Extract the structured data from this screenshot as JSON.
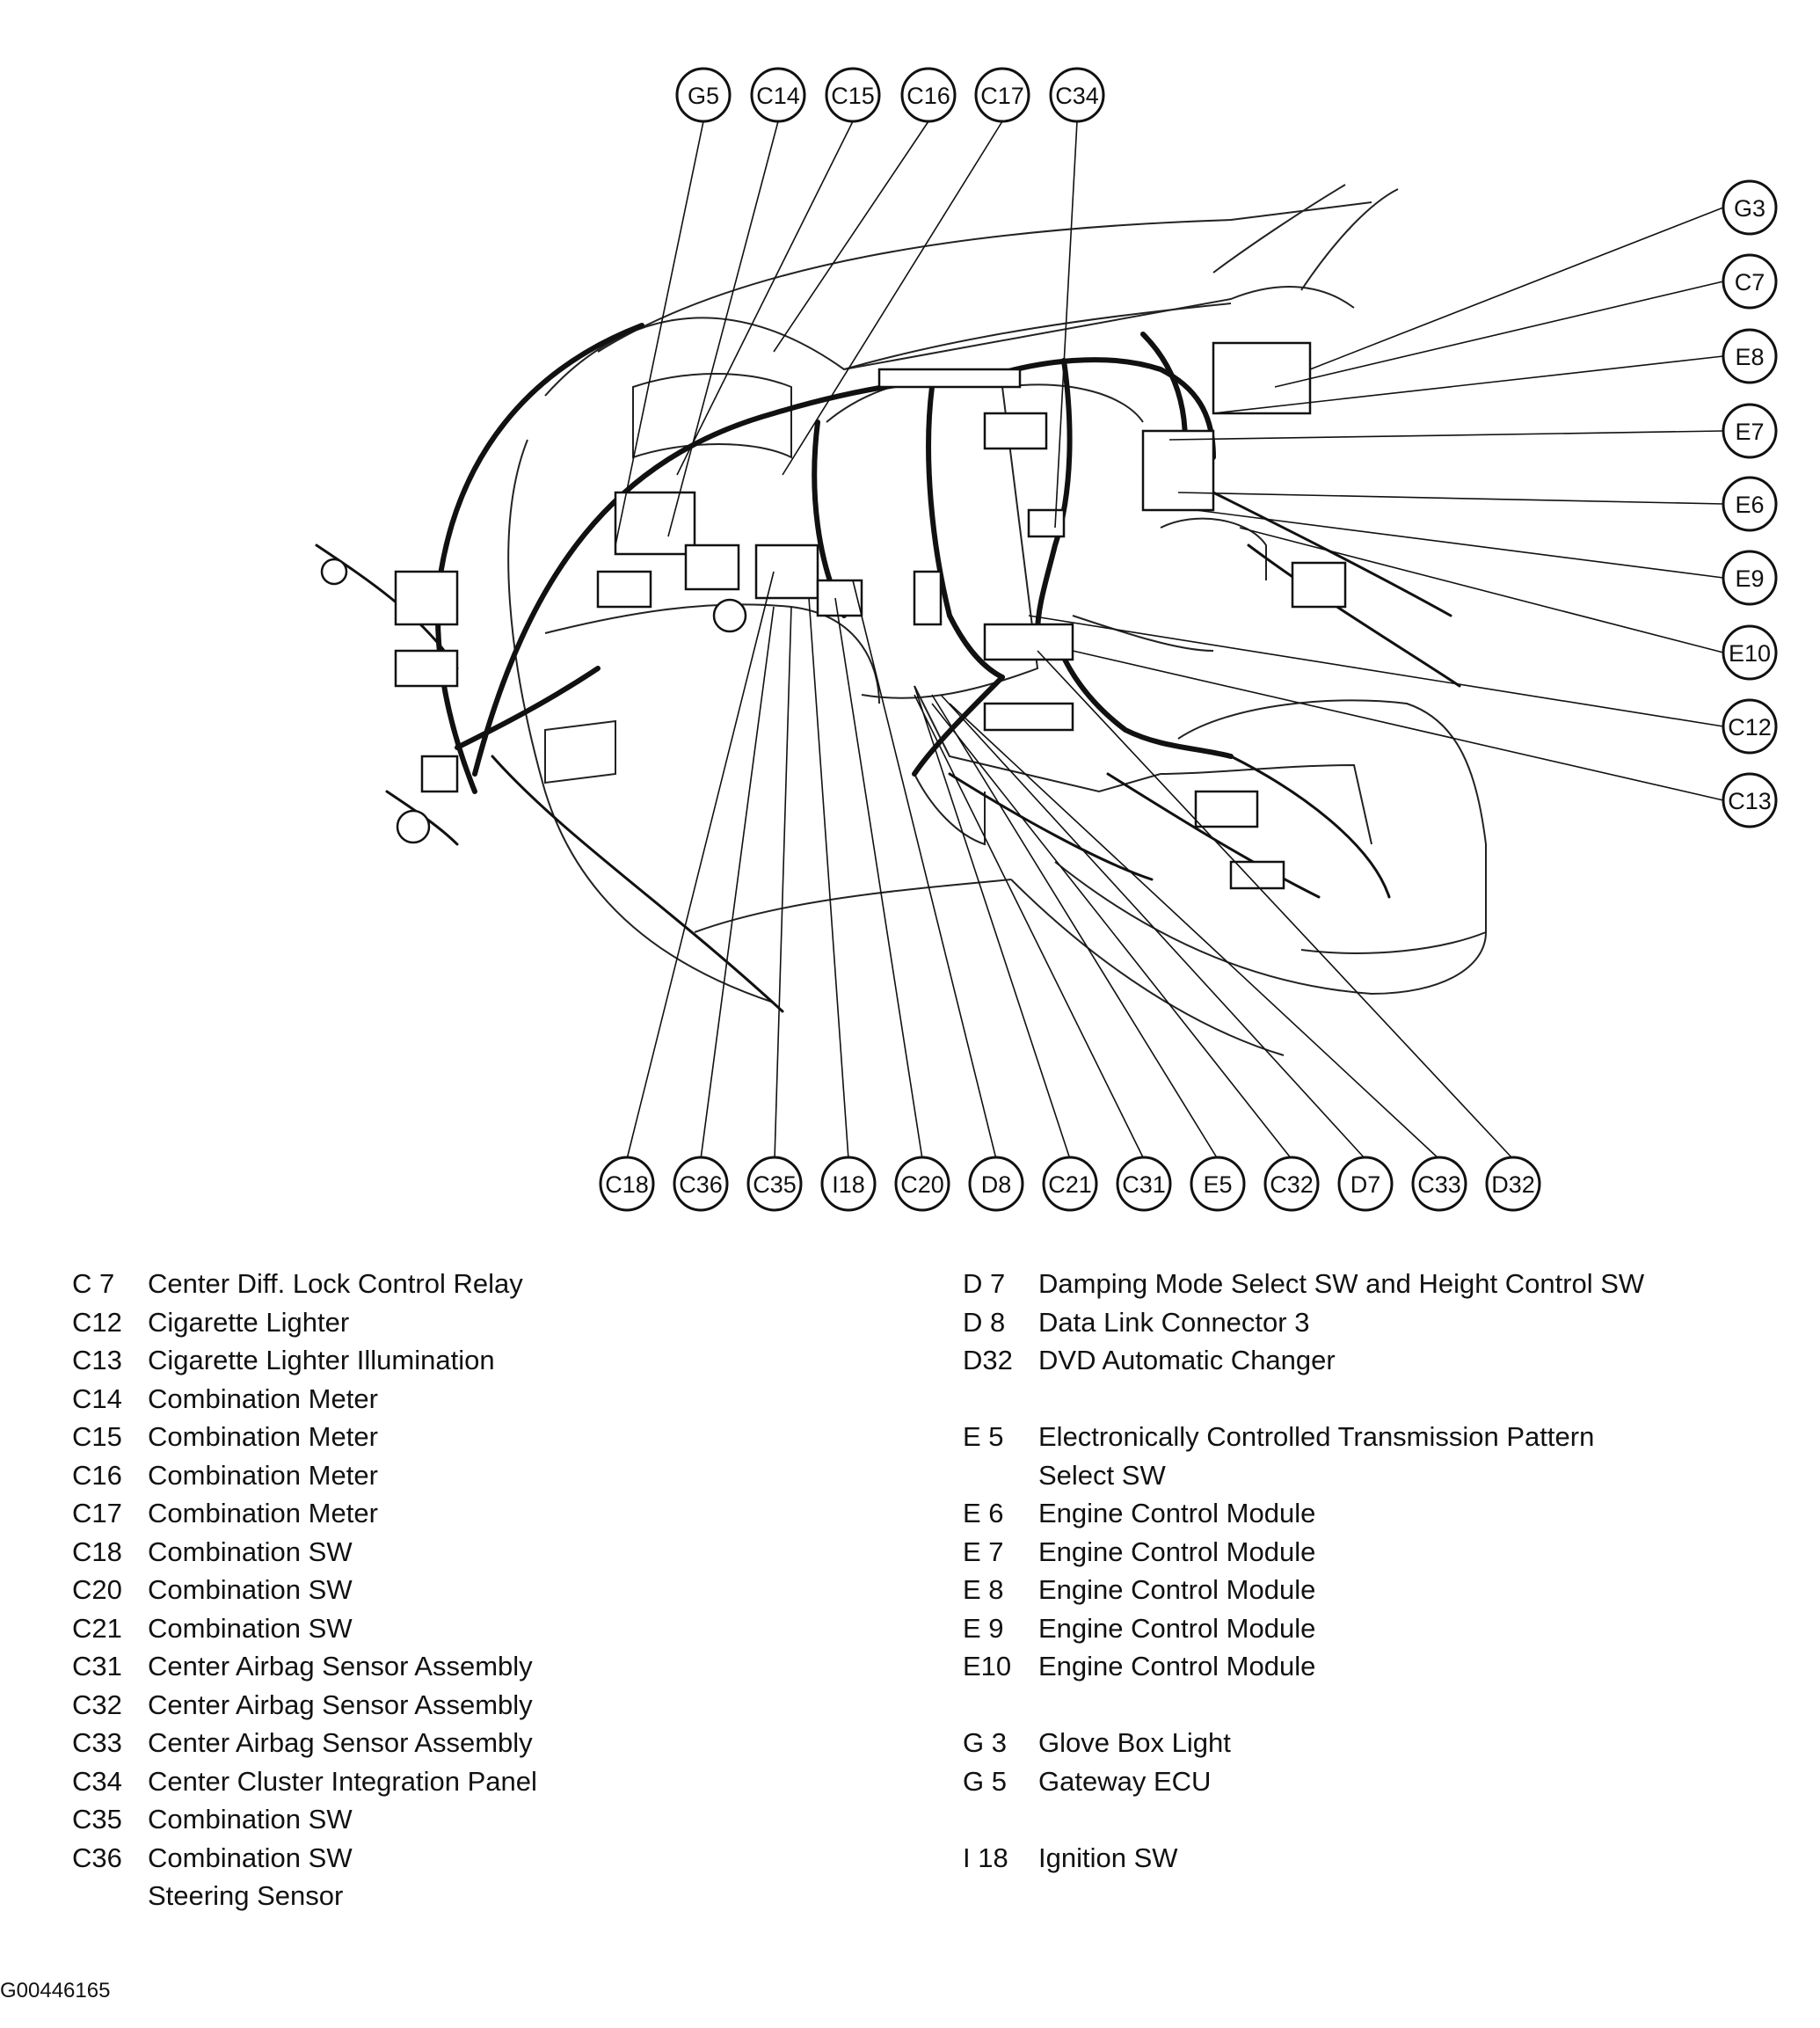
{
  "diagram": {
    "top_callouts": [
      "G5",
      "C14",
      "C15",
      "C16",
      "C17",
      "C34"
    ],
    "right_callouts": [
      "G3",
      "C7",
      "E8",
      "E7",
      "E6",
      "E9",
      "E10",
      "C12",
      "C13"
    ],
    "bottom_callouts": [
      "C18",
      "C36",
      "C35",
      "I18",
      "C20",
      "D8",
      "C21",
      "C31",
      "E5",
      "C32",
      "D7",
      "C33",
      "D32"
    ]
  },
  "legend": {
    "left": [
      {
        "code": "C 7",
        "desc": "Center Diff. Lock Control Relay"
      },
      {
        "code": "C12",
        "desc": "Cigarette Lighter"
      },
      {
        "code": "C13",
        "desc": "Cigarette Lighter Illumination"
      },
      {
        "code": "C14",
        "desc": "Combination Meter"
      },
      {
        "code": "C15",
        "desc": "Combination Meter"
      },
      {
        "code": "C16",
        "desc": "Combination Meter"
      },
      {
        "code": "C17",
        "desc": "Combination Meter"
      },
      {
        "code": "C18",
        "desc": "Combination SW"
      },
      {
        "code": "C20",
        "desc": "Combination SW"
      },
      {
        "code": "C21",
        "desc": "Combination SW"
      },
      {
        "code": "C31",
        "desc": "Center Airbag Sensor Assembly"
      },
      {
        "code": "C32",
        "desc": "Center Airbag Sensor Assembly"
      },
      {
        "code": "C33",
        "desc": "Center Airbag Sensor Assembly"
      },
      {
        "code": "C34",
        "desc": "Center Cluster Integration Panel"
      },
      {
        "code": "C35",
        "desc": "Combination SW"
      },
      {
        "code": "C36",
        "desc": "Combination SW"
      },
      {
        "code": "",
        "desc": "Steering Sensor"
      }
    ],
    "right": [
      {
        "code": "D 7",
        "desc": "Damping Mode Select SW and Height Control SW"
      },
      {
        "code": "D 8",
        "desc": "Data Link Connector 3"
      },
      {
        "code": "D32",
        "desc": "DVD Automatic Changer"
      },
      {
        "gap": true
      },
      {
        "code": "E 5",
        "desc": "Electronically Controlled Transmission Pattern"
      },
      {
        "code": "",
        "desc": "Select SW"
      },
      {
        "code": "E 6",
        "desc": "Engine Control Module"
      },
      {
        "code": "E 7",
        "desc": "Engine Control Module"
      },
      {
        "code": "E 8",
        "desc": "Engine Control Module"
      },
      {
        "code": "E 9",
        "desc": "Engine Control Module"
      },
      {
        "code": "E10",
        "desc": "Engine Control Module"
      },
      {
        "gap": true
      },
      {
        "code": "G 3",
        "desc": "Glove Box Light"
      },
      {
        "code": "G 5",
        "desc": "Gateway ECU"
      },
      {
        "gap": true
      },
      {
        "code": "I 18",
        "desc": "Ignition SW"
      }
    ]
  },
  "document_id": "G00446165"
}
